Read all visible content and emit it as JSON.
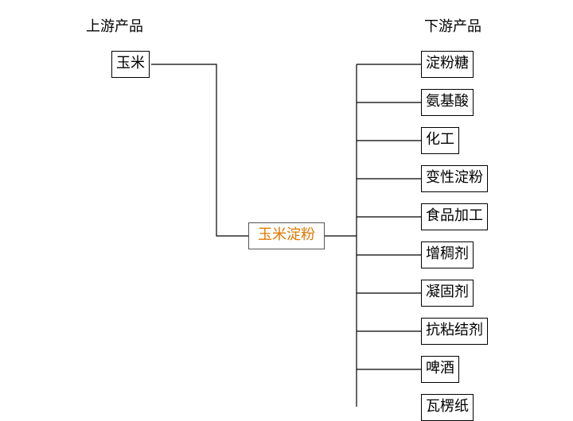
{
  "headers": {
    "upstream": "上游产品",
    "downstream": "下游产品"
  },
  "upstream_node": "玉米",
  "center_node": {
    "label": "玉米淀粉",
    "color": "#e07800"
  },
  "downstream_nodes": [
    "淀粉糖",
    "氨基酸",
    "化工",
    "变性淀粉",
    "食品加工",
    "增稠剂",
    "凝固剂",
    "抗粘结剂",
    "啤酒",
    "瓦楞纸"
  ]
}
